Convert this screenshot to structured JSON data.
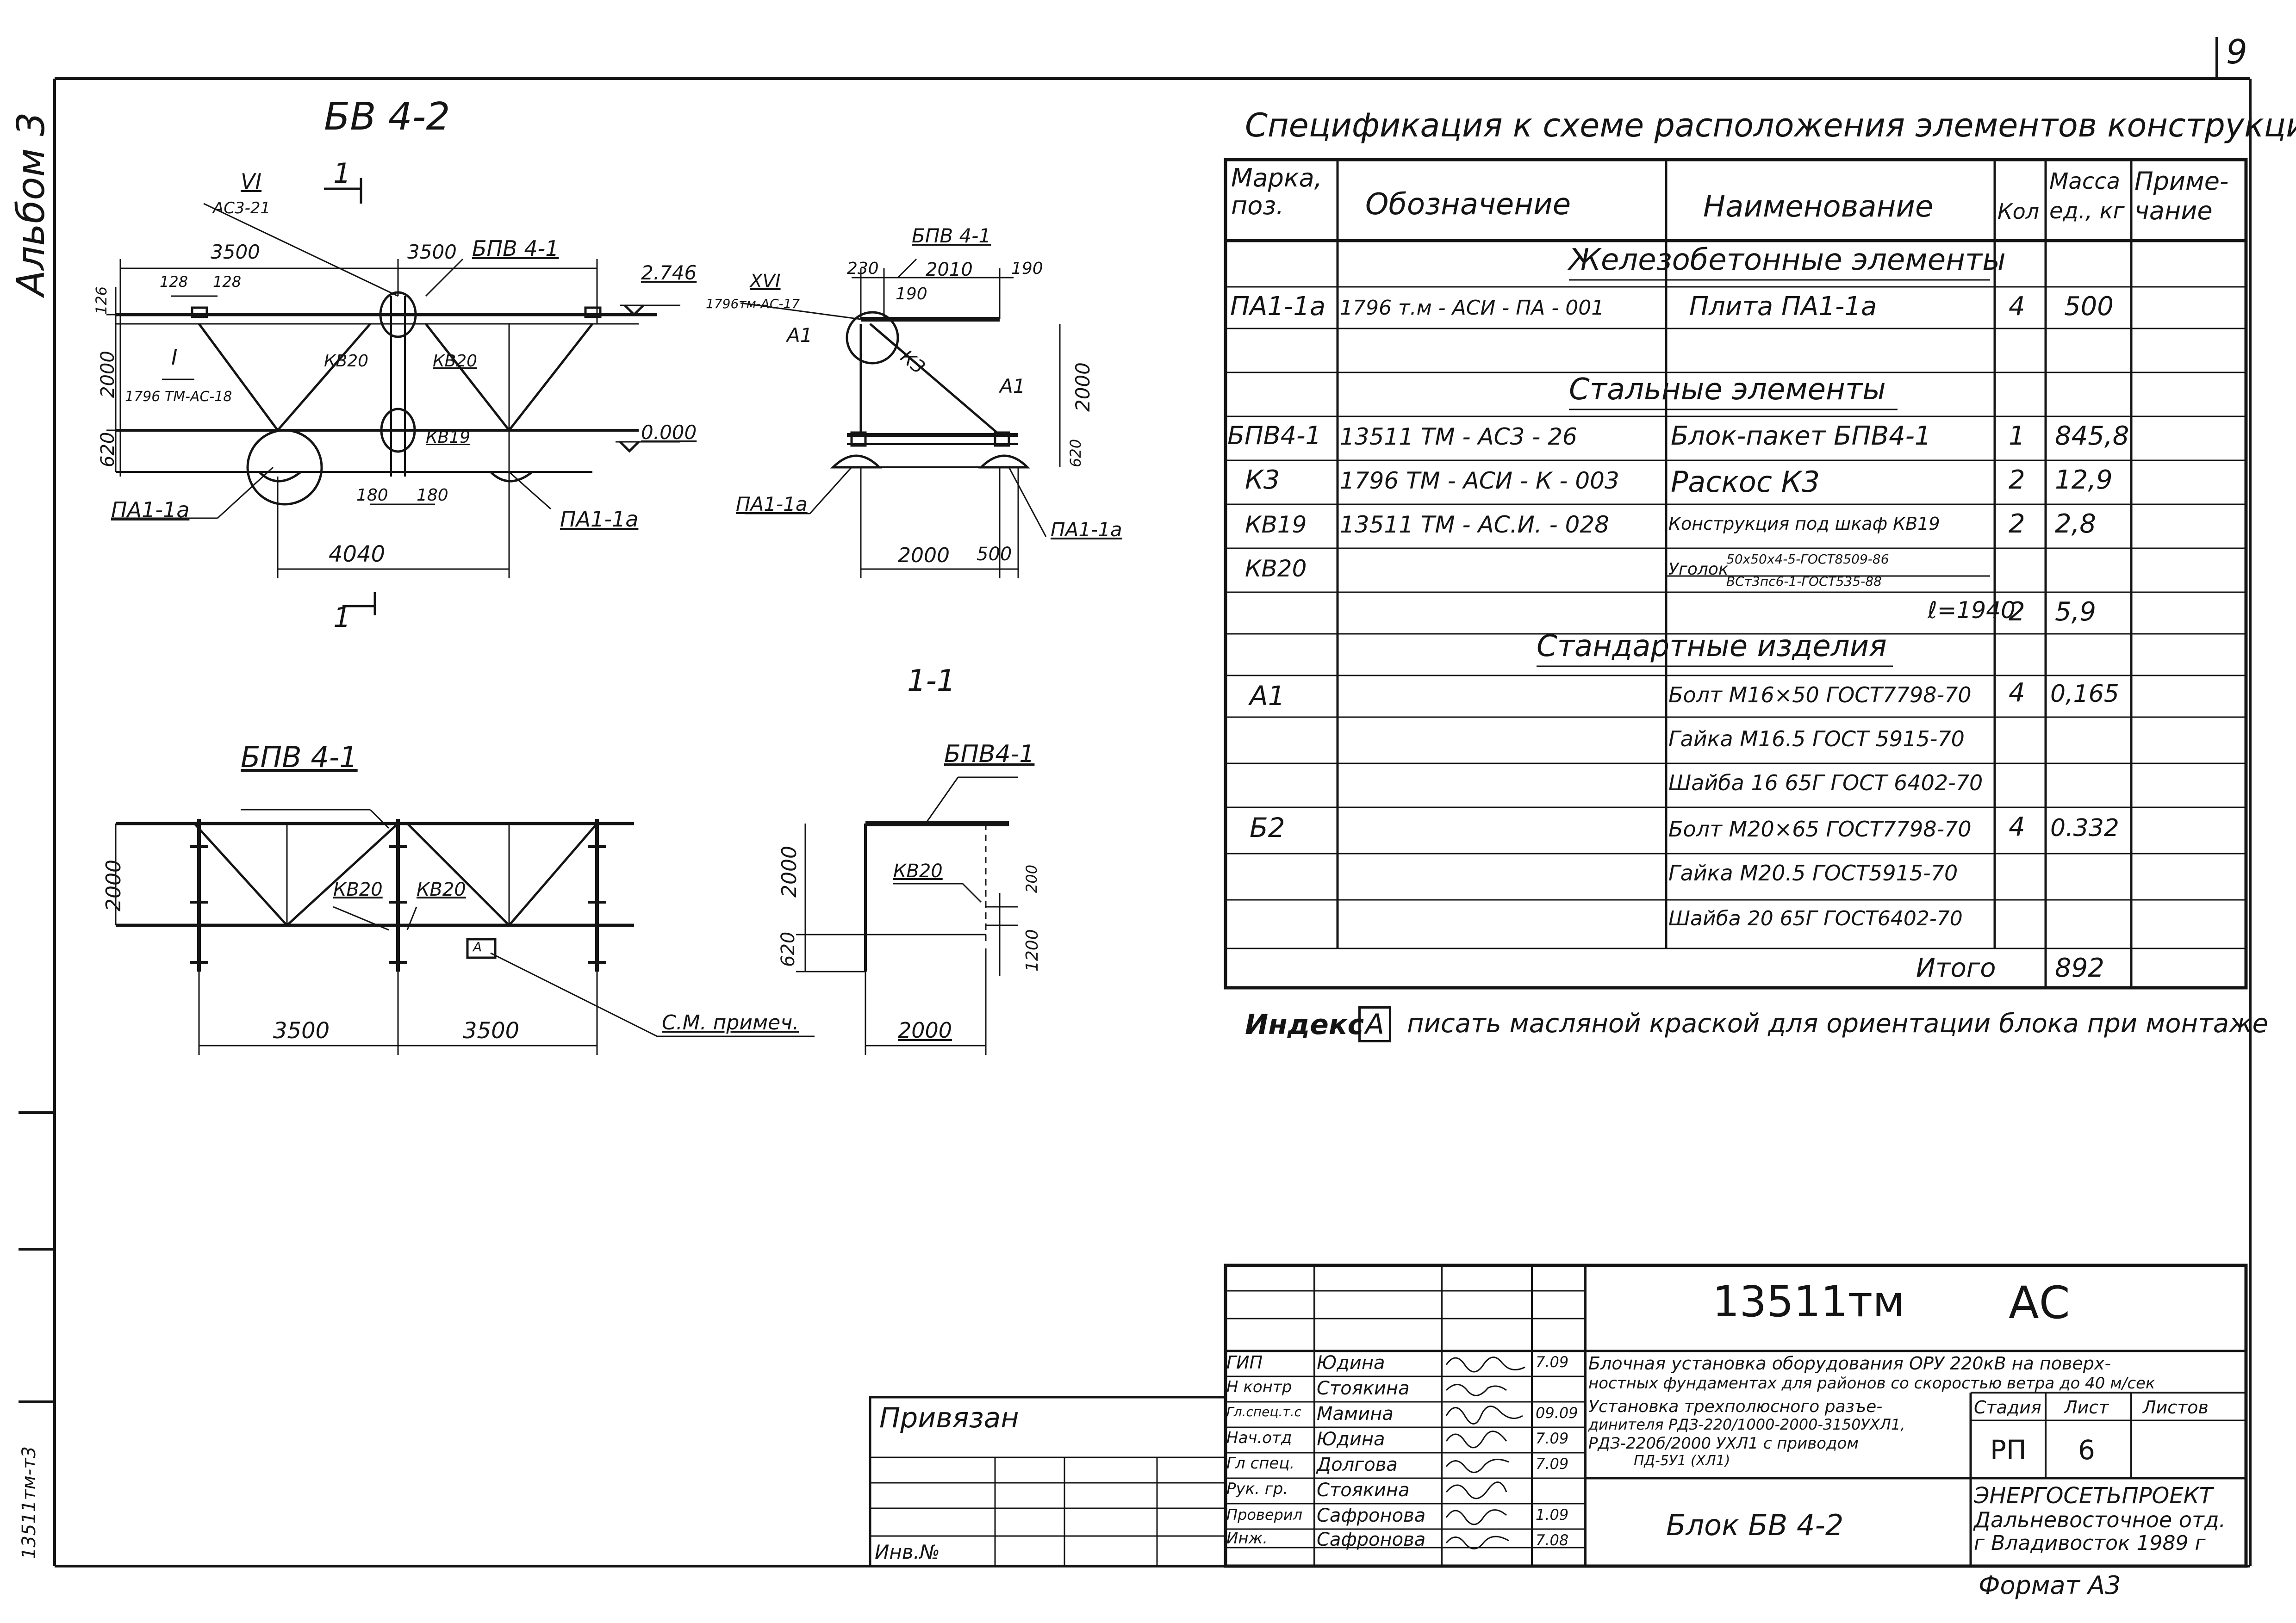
{
  "sheet": {
    "page_number": "9",
    "album_label": "Альбом 3",
    "bottom_left_code": "13511тм-т3"
  },
  "drawing_main": {
    "title": "БВ 4-2",
    "callouts": {
      "vi_ref": "VI",
      "vi_sheet": "АС3-21",
      "section_mark": "1",
      "i_ref": "I",
      "i_sheet": "1796 ТМ-АС-18",
      "bpv_label": "БПВ 4-1",
      "kv20_a": "КВ20",
      "kv20_b": "КВ20",
      "kv19": "КВ19",
      "pa_left": "ПА1-1а",
      "pa_right": "ПА1-1а"
    },
    "dims": {
      "d3500_left": "3500",
      "d3500_right": "3500",
      "d128_a": "128",
      "d128_b": "128",
      "d126": "126",
      "d2000": "2000",
      "d620": "620",
      "d180_a": "180",
      "d180_b": "180",
      "d4040": "4040",
      "elev_top": "2.746",
      "elev_zero": "0.000"
    }
  },
  "drawing_section": {
    "title": "1-1",
    "callouts": {
      "bpv_label": "БПВ 4-1",
      "xvi_ref": "XVI",
      "xvi_sheet": "1796тм-АС-17",
      "a1_left": "А1",
      "a1_right": "А1",
      "k3": "К3",
      "pa_left": "ПА1-1а",
      "pa_right": "ПА1-1а"
    },
    "dims": {
      "d230": "230",
      "d2010": "2010",
      "d190_a": "190",
      "d190_b": "190",
      "d2000_v": "2000",
      "d620_v": "620",
      "d2000_h": "2000",
      "d500": "500"
    }
  },
  "drawing_bpv_front": {
    "title": "БПВ 4-1",
    "callouts": {
      "kv20_a": "КВ20",
      "kv20_b": "КВ20",
      "see_note": "С.М. примеч.",
      "box_mark": "А"
    },
    "dims": {
      "d2000": "2000",
      "d3500_a": "3500",
      "d3500_b": "3500"
    }
  },
  "drawing_bpv_side": {
    "title": "БПВ4-1",
    "callouts": {
      "kv20": "КВ20"
    },
    "dims": {
      "d2000": "2000",
      "d620": "620",
      "d200": "200",
      "d1200": "1200",
      "d2000_h": "2000"
    }
  },
  "spec": {
    "title": "Спецификация к схеме расположения элементов конструкций",
    "headers": [
      "Марка, поз.",
      "Обозначение",
      "Наименование",
      "Кол",
      "Масса ед., кг",
      "Приме- чание"
    ],
    "sections": {
      "rc": "Железобетонные элементы",
      "steel": "Стальные элементы",
      "std": "Стандартные изделия"
    },
    "rows": {
      "pa1": {
        "mark": "ПА1-1а",
        "code": "1796 т.м - АСИ - ПА - 001",
        "name": "Плита ПА1-1а",
        "qty": "4",
        "mass": "500"
      },
      "bpv": {
        "mark": "БПВ4-1",
        "code": "13511 ТМ - АС3 - 26",
        "name": "Блок-пакет БПВ4-1",
        "qty": "1",
        "mass": "845,8"
      },
      "k3": {
        "mark": "К3",
        "code": "1796 ТМ - АСИ - К - 003",
        "name": "Раскос К3",
        "qty": "2",
        "mass": "12,9"
      },
      "kv19": {
        "mark": "КВ19",
        "code": "13511 ТМ - АС.И. - 028",
        "name": "Конструкция под шкаф КВ19",
        "qty": "2",
        "mass": "2,8"
      },
      "kv20": {
        "mark": "КВ20",
        "name_top": "50х50х4-5-ГОСТ8509-86",
        "name_bottom": "ВСт3пс6-1-ГОСТ535-88",
        "name_prefix": "Уголок",
        "length": "ℓ=1940",
        "qty": "2",
        "mass": "5,9"
      },
      "a1": {
        "mark": "А1",
        "bolt": "Болт М16×50 ГОСТ7798-70",
        "nut": "Гайка М16.5 ГОСТ 5915-70",
        "washer": "Шайба 16 65Г ГОСТ 6402-70",
        "qty": "4",
        "mass": "0,165"
      },
      "b2": {
        "mark": "Б2",
        "bolt": "Болт М20×65 ГОСТ7798-70",
        "nut": "Гайка М20.5 ГОСТ5915-70",
        "washer": "Шайба 20 65Г ГОСТ6402-70",
        "qty": "4",
        "mass": "0.332"
      }
    },
    "total_label": "Итого",
    "total_value": "892"
  },
  "note": {
    "prefix": "Индекс",
    "boxed": "А",
    "text": "писать масляной краской для ориентации блока при монтаже"
  },
  "stamp": {
    "doc_code": "13511тм",
    "doc_suffix": "АС",
    "project_line1": "Блочная установка оборудования ОРУ 220кВ на поверх-",
    "project_line2": "ностных фундаментах для районов со скоростью ветра до 40 м/сек",
    "sheet_line1": "Установка трехполюсного разъе-",
    "sheet_line2": "динителя РДЗ-220/1000-2000-3150УХЛ1,",
    "sheet_line3": "РДЗ-220б/2000 УХЛ1 с приводом",
    "sheet_line4": "ПД-5У1 (ХЛ1)",
    "drawing_name": "Блок БВ 4-2",
    "stage_label": "Стадия",
    "sheet_label": "Лист",
    "sheets_label": "Листов",
    "stage_value": "РП",
    "sheet_value": "6",
    "org_line1": "ЭНЕРГОСЕТЬПРОЕКТ",
    "org_line2": "Дальневосточное отд.",
    "org_line3": "г Владивосток 1989 г",
    "format": "Формат А3",
    "bound_label": "Привязан",
    "inv_label": "Инв.№",
    "people": [
      {
        "role": "ГИП",
        "name": "Юдина",
        "date": "7.09"
      },
      {
        "role": "Н контр",
        "name": "Стоякина",
        "date": ""
      },
      {
        "role": "Гл.спец.т.с",
        "name": "Мамина",
        "date": "09.09"
      },
      {
        "role": "Нач.отд",
        "name": "Юдина",
        "date": "7.09"
      },
      {
        "role": "Гл спец.",
        "name": "Долгова",
        "date": "7.09"
      },
      {
        "role": "Рук. гр.",
        "name": "Стоякина",
        "date": ""
      },
      {
        "role": "Проверил",
        "name": "Сафронова",
        "date": "1.09"
      },
      {
        "role": "Инж.",
        "name": "Сафронова",
        "date": "7.08"
      }
    ]
  }
}
